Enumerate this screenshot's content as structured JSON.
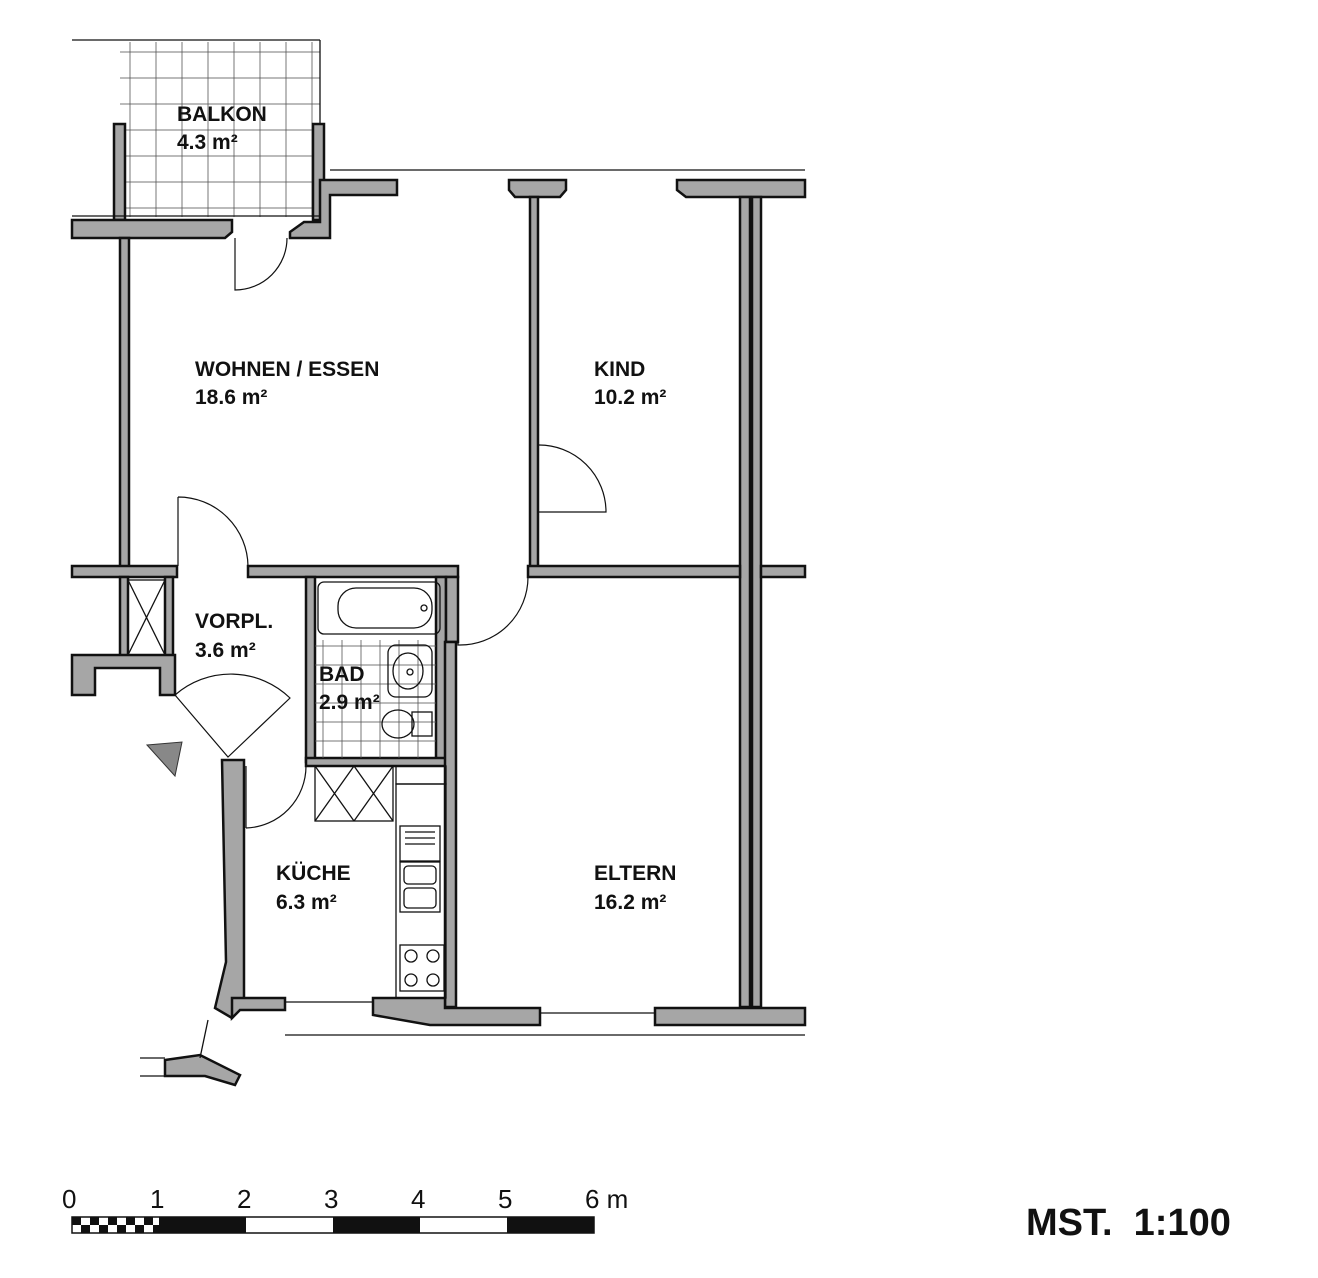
{
  "rooms": {
    "balkon": {
      "name": "BALKON",
      "area": "4.3 m²"
    },
    "wohnen": {
      "name": "WOHNEN / ESSEN",
      "area": "18.6 m²"
    },
    "kind": {
      "name": "KIND",
      "area": "10.2 m²"
    },
    "vorpl": {
      "name": "VORPL.",
      "area": "3.6 m²"
    },
    "bad": {
      "name": "BAD",
      "area": "2.9 m²"
    },
    "kueche": {
      "name": "KÜCHE",
      "area": "6.3 m²"
    },
    "eltern": {
      "name": "ELTERN",
      "area": "16.2 m²"
    }
  },
  "scale_bar": {
    "labels": [
      "0",
      "1",
      "2",
      "3",
      "4",
      "5",
      "6 m"
    ]
  },
  "scale_text": "MST.  1:100",
  "colors": {
    "wall_fill": "#a6a6a6",
    "line": "#111111"
  }
}
